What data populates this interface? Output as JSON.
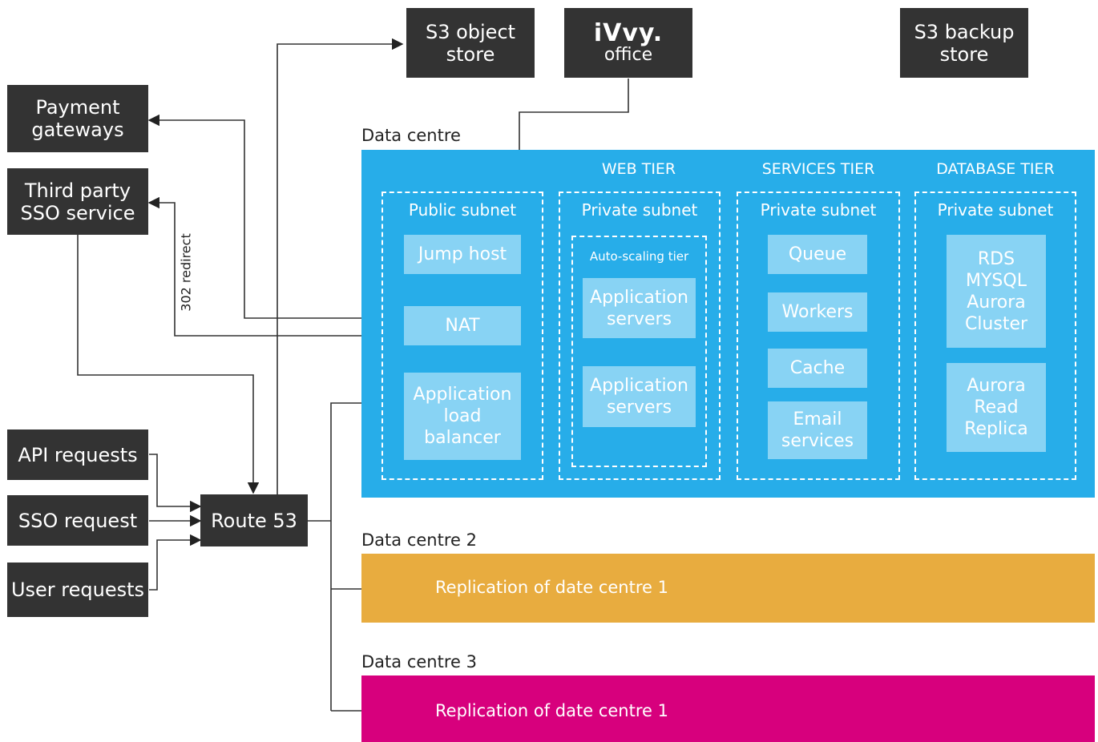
{
  "external": {
    "s3_object_store": "S3 object\nstore",
    "ivvy_logo": "iVvy.",
    "ivvy_office": "office",
    "s3_backup_store": "S3 backup\nstore",
    "payment_gateways": "Payment\ngateways",
    "third_party_sso": "Third party\nSSO service",
    "api_requests": "API requests",
    "sso_request": "SSO request",
    "user_requests": "User requests",
    "route53": "Route 53",
    "redirect_label": "302 redirect"
  },
  "datacentre1": {
    "label": "Data centre",
    "tiers": {
      "web": "WEB TIER",
      "services": "SERVICES TIER",
      "database": "DATABASE TIER"
    },
    "public_subnet": {
      "label": "Public subnet",
      "items": [
        "Jump host",
        "NAT",
        "Application\nload\nbalancer"
      ]
    },
    "web_subnet": {
      "label": "Private subnet",
      "autoscaling_label": "Auto-scaling tier",
      "items": [
        "Application\nservers",
        "Application\nservers"
      ]
    },
    "services_subnet": {
      "label": "Private subnet",
      "items": [
        "Queue",
        "Workers",
        "Cache",
        "Email\nservices"
      ]
    },
    "database_subnet": {
      "label": "Private subnet",
      "items": [
        "RDS\nMYSQL\nAurora\nCluster",
        "Aurora\nRead\nReplica"
      ]
    }
  },
  "datacentre2": {
    "label": "Data centre 2",
    "text": "Replication of date centre 1"
  },
  "datacentre3": {
    "label": "Data centre 3",
    "text": "Replication of date centre 1"
  },
  "colors": {
    "dark_box": "#333333",
    "dc1": "#27ade9",
    "dc1_item": "#88d3f4",
    "dc2": "#e8ac3f",
    "dc3": "#d7007d"
  }
}
